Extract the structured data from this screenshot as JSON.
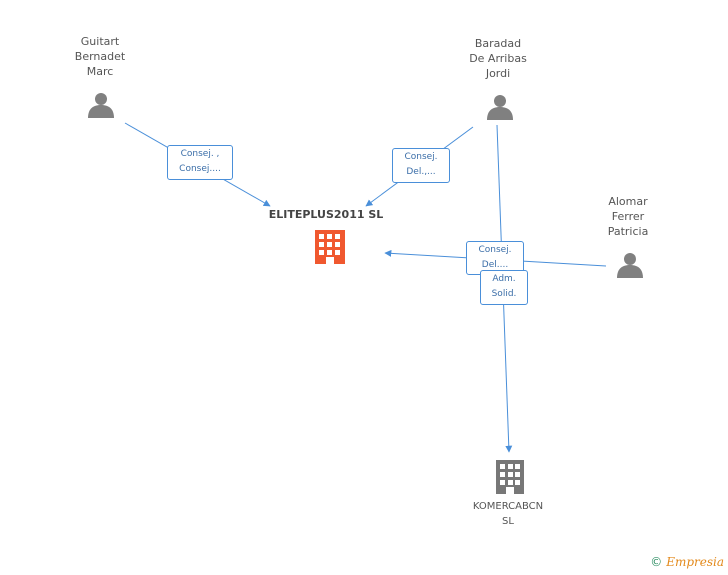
{
  "company": {
    "name": "ELITEPLUS2011 SL",
    "color": "#f0582f"
  },
  "people": [
    {
      "id": "guitart",
      "label": "Guitart\nBernadet\nMarc"
    },
    {
      "id": "baradad",
      "label": "Baradad\nDe Arribas\nJordi"
    },
    {
      "id": "alomar",
      "label": "Alomar\nFerrer\nPatricia"
    }
  ],
  "subsidiary": {
    "name": "KOMERCABCN\nSL",
    "color": "#777777"
  },
  "relations": [
    {
      "id": "rel-guitart",
      "label": "Consej. ,\nConsej...."
    },
    {
      "id": "rel-baradad",
      "label": "Consej.\nDel.,..."
    },
    {
      "id": "rel-alomar",
      "label": "Consej.\nDel...."
    },
    {
      "id": "rel-adm",
      "label": "Adm.\nSolid."
    }
  ],
  "colors": {
    "edge": "#4a8fd9",
    "person_icon": "#808080"
  },
  "footer": {
    "copyright_symbol": "©",
    "brand": "Empresia"
  }
}
